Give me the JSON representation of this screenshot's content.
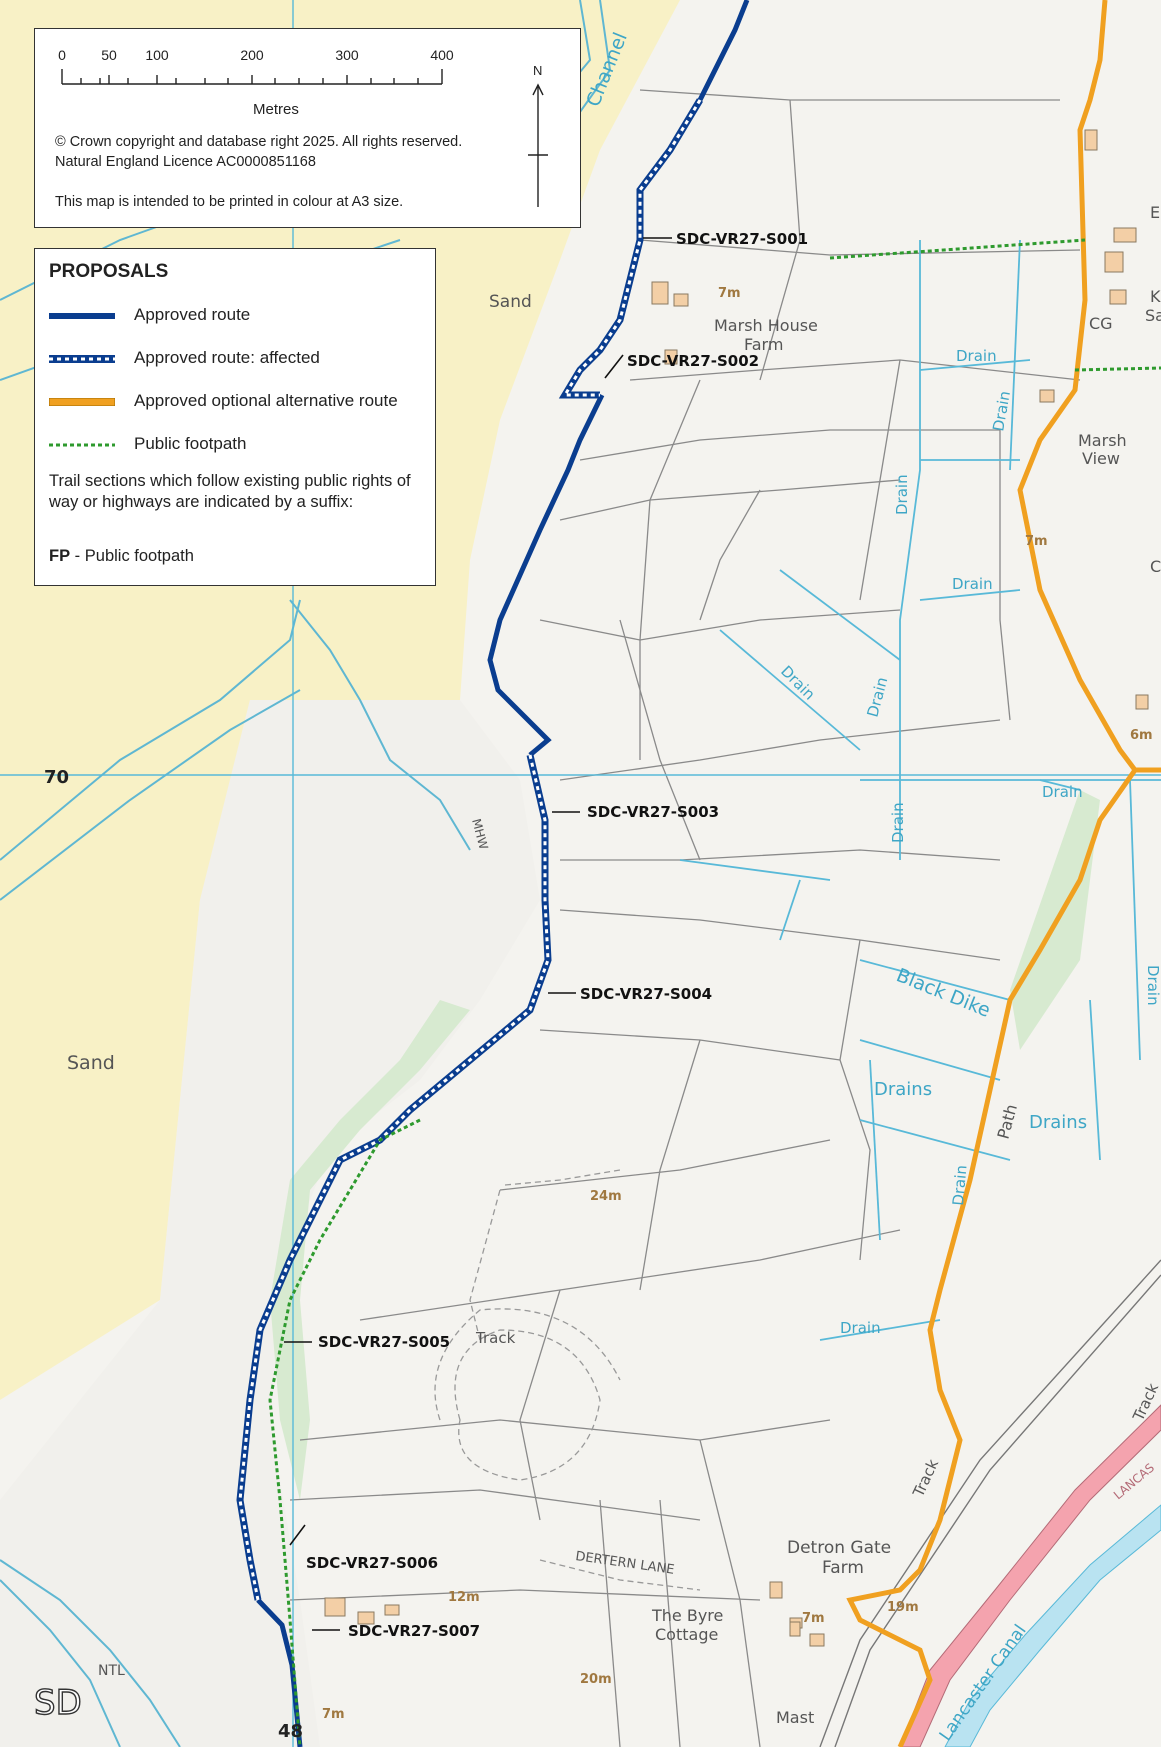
{
  "scale_bar": {
    "ticks": [
      "0",
      "50",
      "100",
      "200",
      "300",
      "400"
    ],
    "unit": "Metres",
    "north_label": "N"
  },
  "copyright": {
    "line1": "© Crown copyright and database right 2025.  All rights reserved.",
    "line2": "Natural England Licence AC0000851168",
    "print_note": "This map is intended to be printed in colour at A3 size."
  },
  "legend": {
    "title": "PROPOSALS",
    "items": [
      {
        "label": "Approved route",
        "color": "#0a3d8f"
      },
      {
        "label": "Approved route: affected",
        "color": "#0a3d8f"
      },
      {
        "label": "Approved optional alternative route",
        "color": "#f0a020"
      },
      {
        "label": "Public footpath",
        "color": "#2e9a2e"
      }
    ],
    "note": "Trail sections which follow existing public rights of way or highways are indicated by a suffix:",
    "fp_code": "FP",
    "fp_text": " - Public footpath"
  },
  "route_labels": [
    "SDC-VR27-S001",
    "SDC-VR27-S002",
    "SDC-VR27-S003",
    "SDC-VR27-S004",
    "SDC-VR27-S005",
    "SDC-VR27-S006",
    "SDC-VR27-S007"
  ],
  "place_names": {
    "sand_upper": "Sand",
    "sand_lower": "Sand",
    "channel": "Channel",
    "marsh_house_1": "Marsh House",
    "marsh_house_2": "Farm",
    "marsh_view_1": "Marsh",
    "marsh_view_2": "View",
    "cg": "CG",
    "black_dike": "Black Dike",
    "drains_1": "Drains",
    "drains_2": "Drains",
    "path": "Path",
    "track_1": "Track",
    "track_2": "Track",
    "track_3": "Track",
    "dertern_lane": "DERTERN LANE",
    "detron_1": "Detron Gate",
    "detron_2": "Farm",
    "byre_1": "The Byre",
    "byre_2": "Cottage",
    "mast": "Mast",
    "canal": "Lancaster Canal",
    "lancaster": "LANCAS",
    "mhw": "MHW",
    "ntl": "NTL",
    "sd": "SD",
    "grid_70": "70",
    "grid_48": "48",
    "edge_e": "E",
    "edge_k": "K",
    "edge_sa": "Sa",
    "edge_c": "C"
  },
  "drain_labels": [
    "Drain",
    "Drain",
    "Drain",
    "Drain",
    "Drain",
    "Drain",
    "Drain",
    "Drain",
    "Drain",
    "Drain",
    "Drain"
  ],
  "spot_heights": [
    "7m",
    "7m",
    "6m",
    "24m",
    "12m",
    "7m",
    "19m",
    "20m",
    "7m"
  ]
}
